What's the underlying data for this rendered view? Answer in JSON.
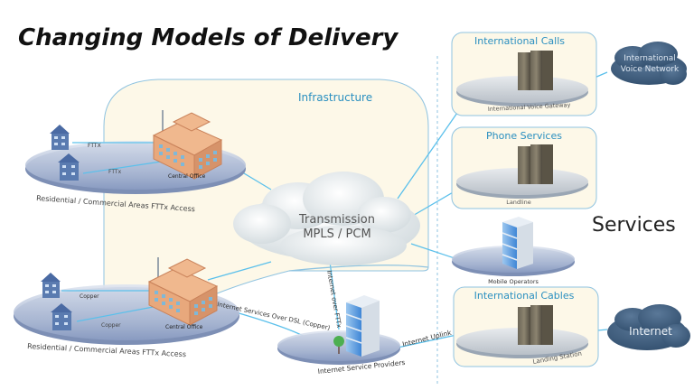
{
  "title": "Changing Models of Delivery",
  "infrastructure": {
    "label": "Infrastructure",
    "transmission_line1": "Transmission",
    "transmission_line2": "MPLS / PCM"
  },
  "access_top": {
    "platform_label": "Residential / Commercial Areas FTTx Access",
    "link1_label": "FTTX",
    "link2_label": "FTTx",
    "central_office_label": "Central Office"
  },
  "access_bottom": {
    "platform_label": "Residential / Commercial Areas FTTx Access",
    "link1_label": "Copper",
    "link2_label": "Copper",
    "central_office_label": "Central Office"
  },
  "links": {
    "dsl": "Internet Services Over DSL (Copper)",
    "fttx": "Internet over FTTx",
    "uplink": "Internet Uplink"
  },
  "isp": {
    "label": "Internet Service Providers"
  },
  "services": {
    "heading": "Services",
    "international_calls": {
      "title": "International Calls",
      "platform_label": "International Voice Gateway"
    },
    "phone_services": {
      "title": "Phone Services",
      "platform_label": "Landline"
    },
    "mobile": {
      "platform_label": "Mobile Operators"
    },
    "international_cables": {
      "title": "International Cables",
      "platform_label": "Landing Station"
    }
  },
  "clouds": {
    "voice_line1": "International",
    "voice_line2": "Voice Network",
    "internet": "Internet"
  },
  "colors": {
    "panel_fill": "#fdf8e8",
    "panel_stroke": "#8fc3e0",
    "link": "#5bc0eb",
    "service_title": "#2a8fc0",
    "dark_cloud": "#3e5a7a",
    "building_orange": "#e8a87c",
    "house_blue": "#5a7bb0"
  }
}
